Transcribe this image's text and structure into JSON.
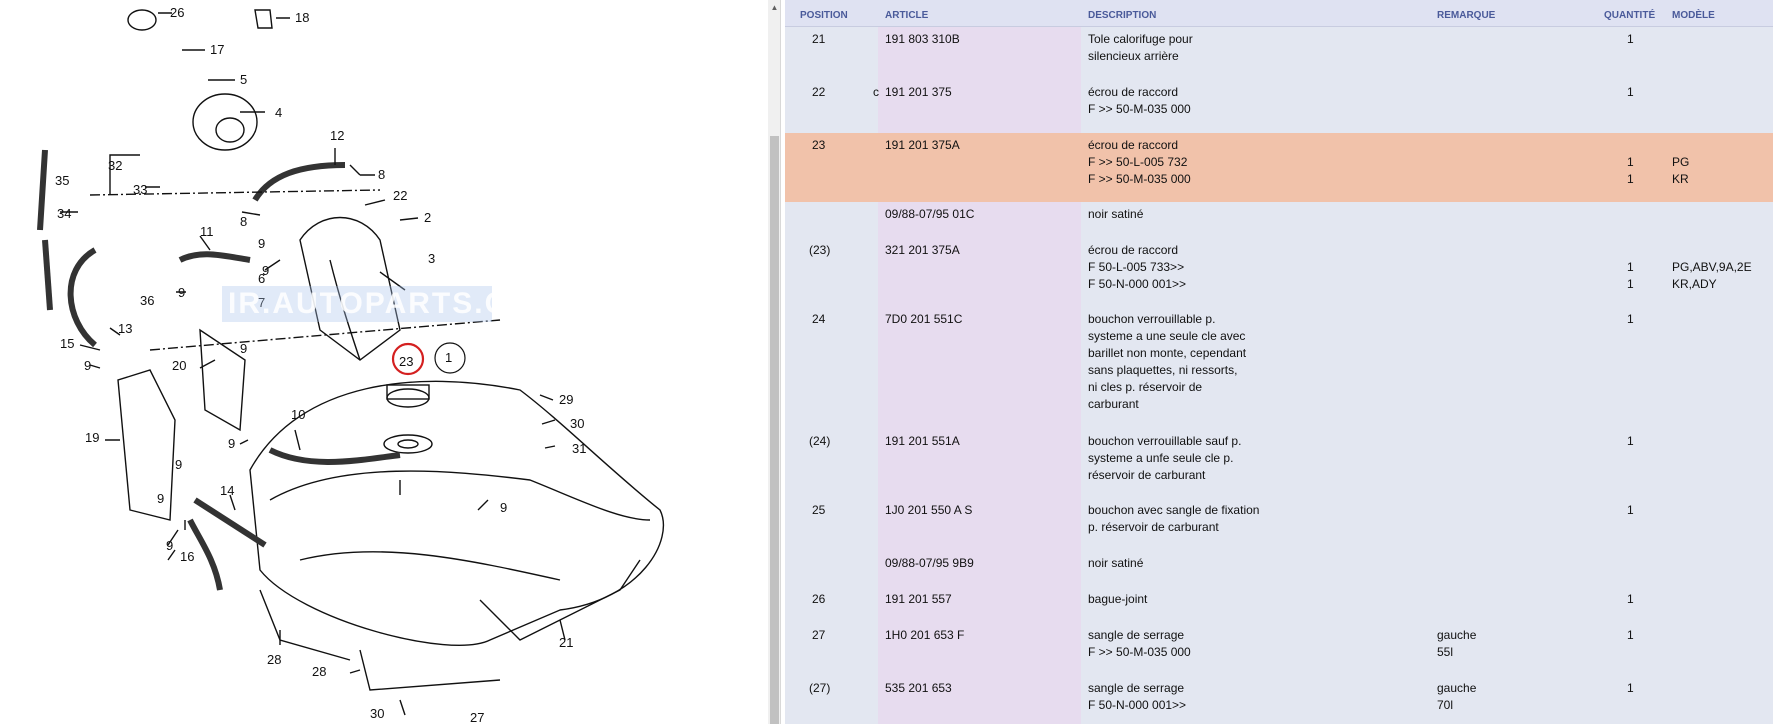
{
  "diagram": {
    "watermark": "IR.AUTOPARTS.COM",
    "callouts": [
      {
        "label": "26"
      },
      {
        "label": "18"
      },
      {
        "label": "17"
      },
      {
        "label": "5"
      },
      {
        "label": "4"
      },
      {
        "label": "12"
      },
      {
        "label": "8"
      },
      {
        "label": "22"
      },
      {
        "label": "2"
      },
      {
        "label": "35"
      },
      {
        "label": "32"
      },
      {
        "label": "33"
      },
      {
        "label": "34"
      },
      {
        "label": "8"
      },
      {
        "label": "11"
      },
      {
        "label": "9"
      },
      {
        "label": "9"
      },
      {
        "label": "6"
      },
      {
        "label": "3"
      },
      {
        "label": "36"
      },
      {
        "label": "9"
      },
      {
        "label": "7"
      },
      {
        "label": "13"
      },
      {
        "label": "15"
      },
      {
        "label": "9"
      },
      {
        "label": "20"
      },
      {
        "label": "9"
      },
      {
        "label": "23"
      },
      {
        "label": "1"
      },
      {
        "label": "29"
      },
      {
        "label": "30"
      },
      {
        "label": "19"
      },
      {
        "label": "10"
      },
      {
        "label": "9"
      },
      {
        "label": "31"
      },
      {
        "label": "9"
      },
      {
        "label": "14"
      },
      {
        "label": "9"
      },
      {
        "label": "9"
      },
      {
        "label": "9"
      },
      {
        "label": "16"
      },
      {
        "label": "21"
      },
      {
        "label": "28"
      },
      {
        "label": "28"
      },
      {
        "label": "30"
      },
      {
        "label": "27"
      }
    ]
  },
  "table": {
    "headers": {
      "position": "POSITION",
      "article": "ARTICLE",
      "description": "DESCRIPTION",
      "remarque": "REMARQUE",
      "quantite": "QUANTITÉ",
      "modele": "MODÈLE"
    },
    "rows": [
      {
        "position": "21",
        "flag": "",
        "article": "191 803 310B",
        "description": [
          "Tole calorifuge pour",
          "silencieux arrière"
        ],
        "remarque": [],
        "quantite": [
          "1"
        ],
        "modele": [],
        "highlighted": false
      },
      {
        "position": "22",
        "flag": "c",
        "article": "191 201 375",
        "description": [
          "écrou de raccord",
          "F >> 50-M-035 000"
        ],
        "remarque": [],
        "quantite": [
          "1"
        ],
        "modele": [],
        "highlighted": false
      },
      {
        "position": "23",
        "flag": "",
        "article": "191 201 375A",
        "description": [
          "écrou de raccord",
          "F >> 50-L-005 732",
          "F >> 50-M-035 000"
        ],
        "remarque": [],
        "quantite": [
          "",
          "1",
          "1"
        ],
        "modele": [
          "",
          "PG",
          "KR"
        ],
        "highlighted": true
      },
      {
        "position": "",
        "flag": "",
        "article": "09/88-07/95 01C",
        "description": [
          "noir satiné"
        ],
        "remarque": [],
        "quantite": [],
        "modele": [],
        "highlighted": false
      },
      {
        "position": "(23)",
        "flag": "",
        "article": "321 201 375A",
        "description": [
          "écrou de raccord",
          "F 50-L-005 733>>",
          "F 50-N-000 001>>"
        ],
        "remarque": [],
        "quantite": [
          "",
          "1",
          "1"
        ],
        "modele": [
          "",
          "PG,ABV,9A,2E",
          "KR,ADY"
        ],
        "highlighted": false
      },
      {
        "position": "24",
        "flag": "",
        "article": "7D0 201 551C",
        "description": [
          "bouchon verrouillable p.",
          "systeme a une seule cle avec",
          "barillet non monte, cependant",
          "sans plaquettes, ni ressorts,",
          "ni cles p. réservoir de",
          "carburant"
        ],
        "remarque": [],
        "quantite": [
          "1"
        ],
        "modele": [],
        "highlighted": false
      },
      {
        "position": "(24)",
        "flag": "",
        "article": "191 201 551A",
        "description": [
          "bouchon verrouillable sauf p.",
          "systeme a unfe seule cle p.",
          "réservoir de carburant"
        ],
        "remarque": [],
        "quantite": [
          "1"
        ],
        "modele": [],
        "highlighted": false
      },
      {
        "position": "25",
        "flag": "",
        "article": "1J0 201 550 A S",
        "description": [
          "bouchon avec sangle de fixation",
          "p. réservoir de carburant"
        ],
        "remarque": [],
        "quantite": [
          "1"
        ],
        "modele": [],
        "highlighted": false
      },
      {
        "position": "",
        "flag": "",
        "article": "09/88-07/95 9B9",
        "description": [
          "noir satiné"
        ],
        "remarque": [],
        "quantite": [],
        "modele": [],
        "highlighted": false
      },
      {
        "position": "26",
        "flag": "",
        "article": "191 201 557",
        "description": [
          "bague-joint"
        ],
        "remarque": [],
        "quantite": [
          "1"
        ],
        "modele": [],
        "highlighted": false
      },
      {
        "position": "27",
        "flag": "",
        "article": "1H0 201 653 F",
        "description": [
          "sangle de serrage",
          "F >> 50-M-035 000"
        ],
        "remarque": [
          "gauche",
          "55l"
        ],
        "quantite": [
          "1"
        ],
        "modele": [],
        "highlighted": false
      },
      {
        "position": "(27)",
        "flag": "",
        "article": "535 201 653",
        "description": [
          "sangle de serrage",
          "F 50-N-000 001>>"
        ],
        "remarque": [
          "gauche",
          "70l"
        ],
        "quantite": [
          "1"
        ],
        "modele": [],
        "highlighted": false
      }
    ]
  },
  "colors": {
    "row_bg": "#e3e7f1",
    "article_col_bg": "#e7dcef",
    "highlight_bg": "#f1c2aa",
    "header_bg": "#dfe2f2",
    "header_text": "#4a5a9a",
    "callout_circle": "#d42020"
  }
}
